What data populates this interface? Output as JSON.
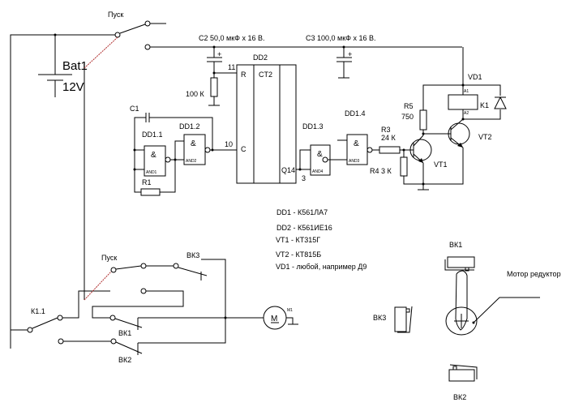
{
  "battery": {
    "name": "Bat1",
    "voltage": "12V"
  },
  "switches": {
    "start_top": "Пуск",
    "start_bottom": "Пуск",
    "bk3": "ВК3",
    "bk1": "ВК1",
    "bk2": "ВК2",
    "k11": "К1.1"
  },
  "capacitors": {
    "c1": "C1",
    "c2": "C2  50,0 мкФ х 16 В.",
    "c3": "C3  100,0 мкФ х 16 В."
  },
  "resistors": {
    "r_100k": "100 К",
    "r1": "R1",
    "r3_name": "R3",
    "r3_value": "24 К",
    "r4": "R4  3 К",
    "r5_name": "R5",
    "r5_value": "750"
  },
  "ics": {
    "dd2": "DD2",
    "dd2_r": "R",
    "dd2_ct": "CT2",
    "dd2_c": "C",
    "dd2_q14": "Q14",
    "pin11": "11",
    "pin10": "10",
    "pin3": "3",
    "dd11": "DD1.1",
    "dd12": "DD1.2",
    "dd13": "DD1.3",
    "dd14": "DD1.4",
    "and_symbol": "&",
    "and1": "AND1",
    "and2": "AND2",
    "and3": "AND3",
    "and4": "AND4"
  },
  "transistors": {
    "vt1": "VT1",
    "vt2": "VT2"
  },
  "relay": {
    "vd1": "VD1",
    "k1": "K1",
    "a1": "A1",
    "a2": "A2"
  },
  "motor": {
    "symbol": "M",
    "name": "M1"
  },
  "parts_list": [
    "DD1 -   К561ЛА7",
    "DD2  - К561ИЕ16",
    "VT1   - КТ315Г",
    "VT2   - КТ815Б",
    "VD1   - любой, например Д9"
  ],
  "mechanical": {
    "bk1": "ВК1",
    "bk2": "ВК2",
    "bk3": "ВК3",
    "motor_label": "Мотор редуктор"
  },
  "plus_sign": "+"
}
